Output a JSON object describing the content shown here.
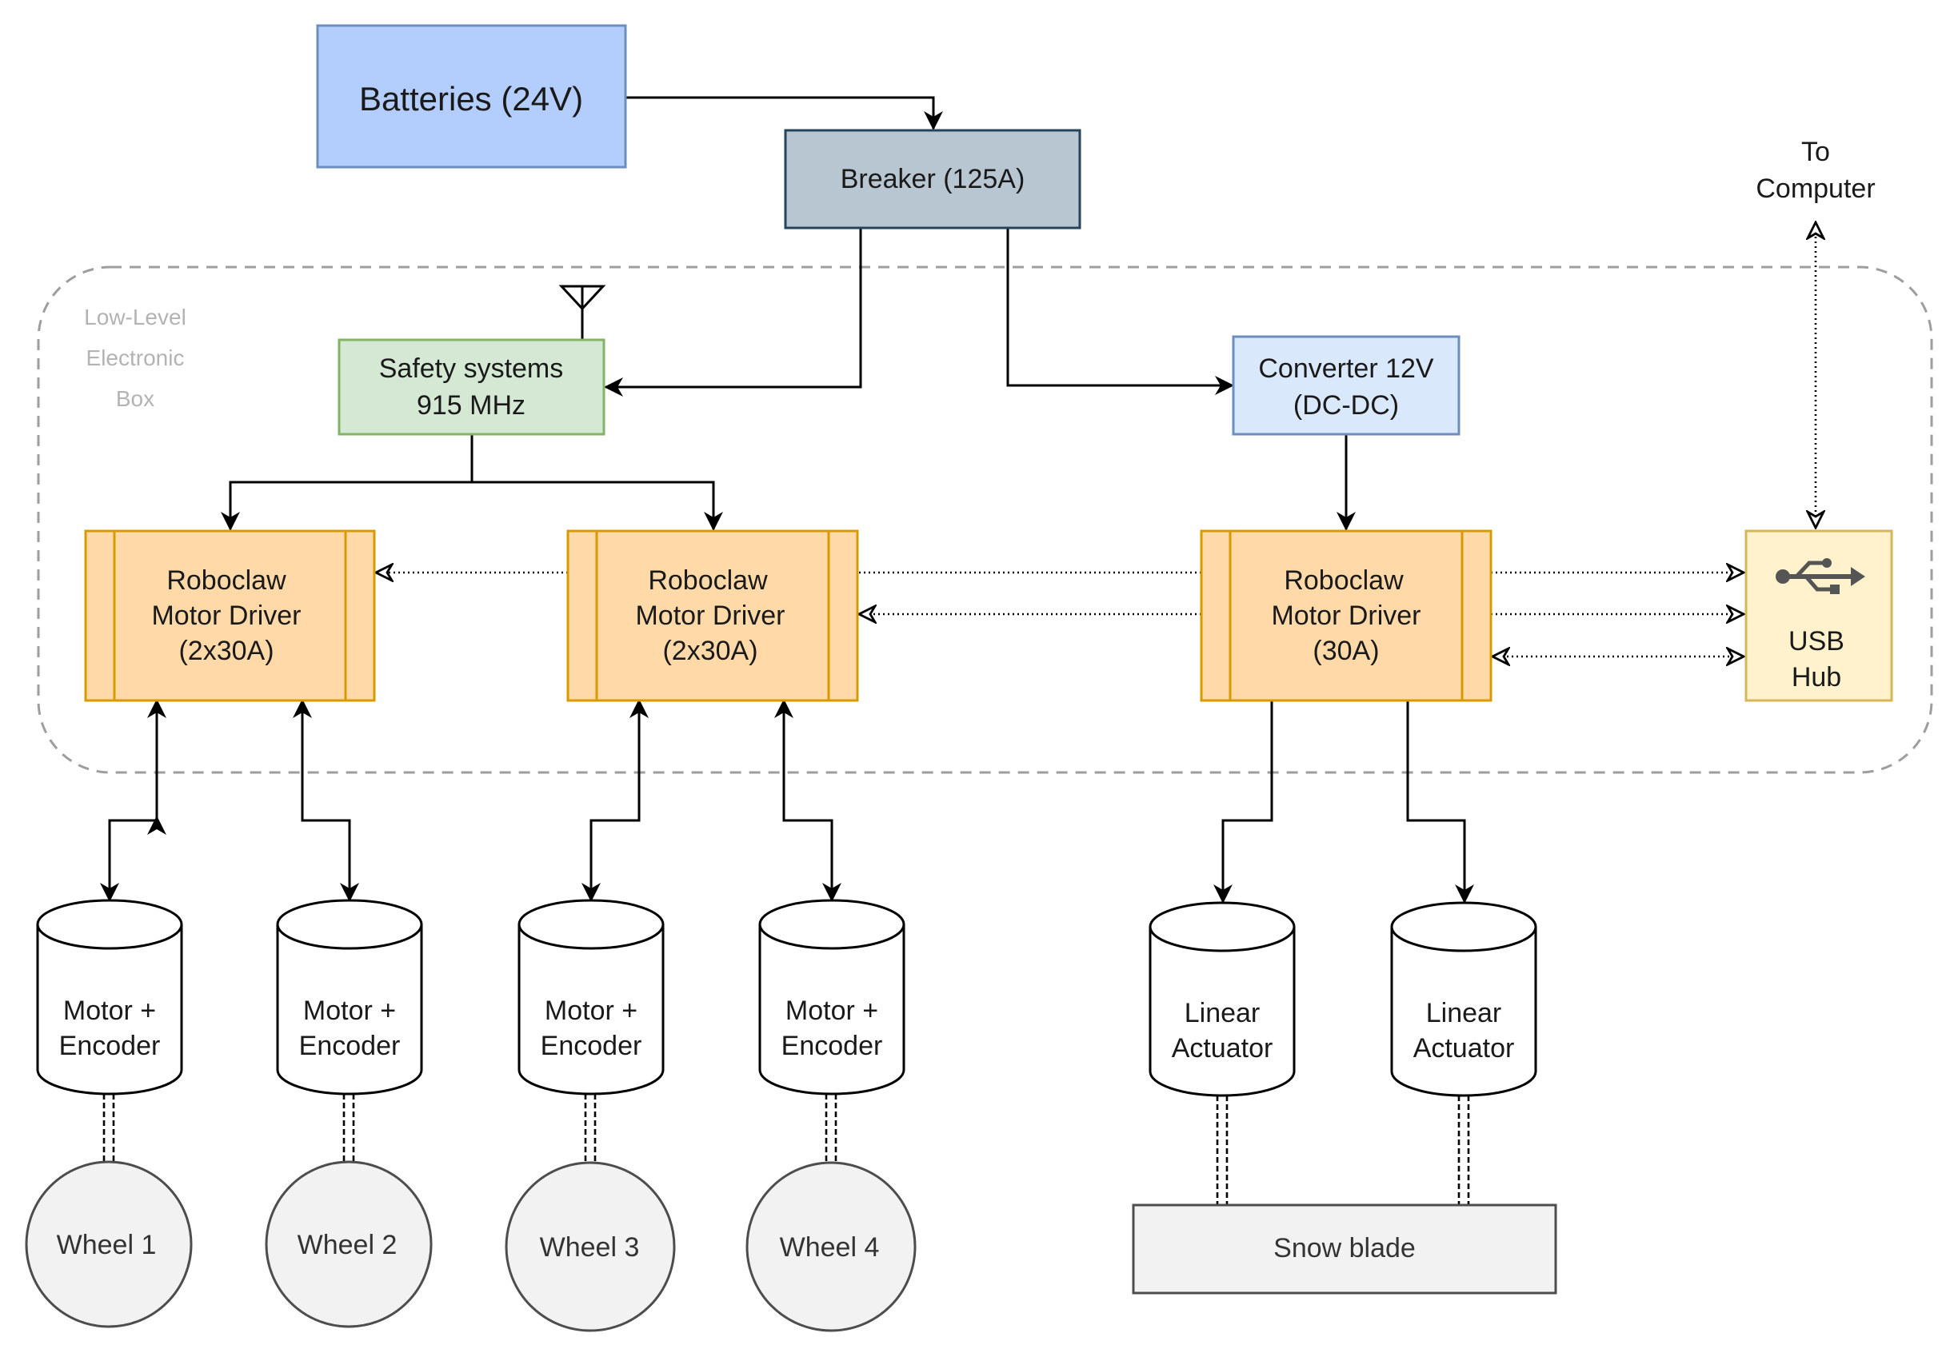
{
  "diagram": {
    "enclosure_label": [
      "Low-Level",
      "Electronic",
      "Box"
    ],
    "batteries": {
      "label": "Batteries (24V)",
      "color": "#b3cdfc",
      "border": "#6c8ebf"
    },
    "breaker": {
      "label": "Breaker (125A)",
      "color": "#b8c6d2",
      "border": "#23445d"
    },
    "safety": {
      "lines": [
        "Safety systems",
        "915 MHz"
      ],
      "color": "#d5e8d4",
      "border": "#82b366"
    },
    "converter": {
      "lines": [
        "Converter 12V",
        "(DC-DC)"
      ],
      "color": "#dae8fc",
      "border": "#6c8ebf"
    },
    "drivers": [
      {
        "lines": [
          "Roboclaw",
          "Motor Driver",
          "(2x30A)"
        ]
      },
      {
        "lines": [
          "Roboclaw",
          "Motor Driver",
          "(2x30A)"
        ]
      },
      {
        "lines": [
          "Roboclaw",
          "Motor Driver",
          "(30A)"
        ]
      }
    ],
    "driver_color": "#ffd9a8",
    "driver_border": "#d79b00",
    "usb_hub": {
      "lines": [
        "USB",
        "Hub"
      ],
      "icon": "usb-icon",
      "color": "#fff2cc",
      "border": "#d6b656"
    },
    "to_computer": [
      "To",
      "Computer"
    ],
    "motors": [
      {
        "lines": [
          "Motor +",
          "Encoder"
        ]
      },
      {
        "lines": [
          "Motor +",
          "Encoder"
        ]
      },
      {
        "lines": [
          "Motor +",
          "Encoder"
        ]
      },
      {
        "lines": [
          "Motor +",
          "Encoder"
        ]
      }
    ],
    "actuators": [
      {
        "lines": [
          "Linear",
          "Actuator"
        ]
      },
      {
        "lines": [
          "Linear",
          "Actuator"
        ]
      }
    ],
    "wheels": [
      "Wheel 1",
      "Wheel 2",
      "Wheel 3",
      "Wheel 4"
    ],
    "wheel_color": "#f2f2f2",
    "snow_blade": {
      "label": "Snow blade",
      "color": "#f2f2f2",
      "border": "#4d4d4d"
    }
  }
}
